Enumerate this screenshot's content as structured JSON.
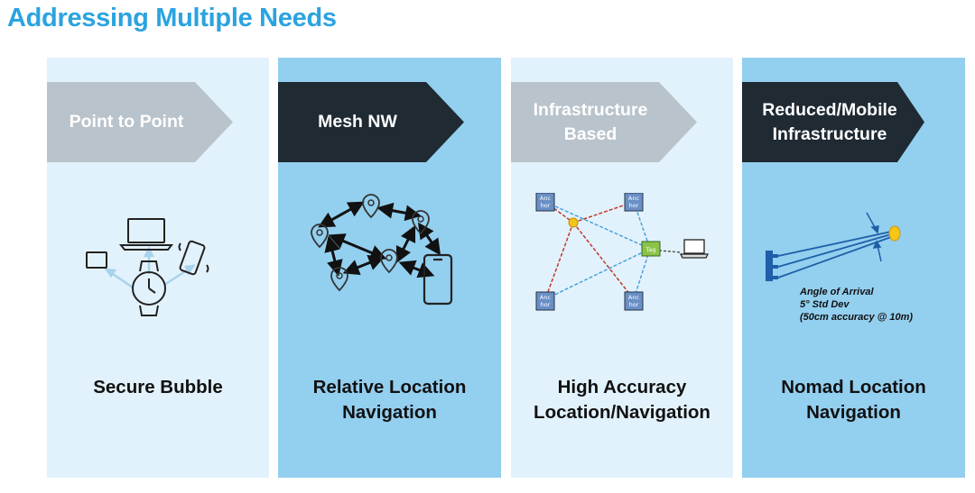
{
  "title": "Addressing Multiple Needs",
  "panels": [
    {
      "banner_lines": [
        "Point to Point"
      ],
      "label_lines": [
        "Secure Bubble"
      ]
    },
    {
      "banner_lines": [
        "Mesh NW"
      ],
      "label_lines": [
        "Relative Location",
        "Navigation"
      ]
    },
    {
      "banner_lines": [
        "Infrastructure",
        "Based"
      ],
      "label_lines": [
        "High Accuracy",
        "Location/Navigation"
      ],
      "anchor_texts": [
        "Anc",
        "hor"
      ],
      "node_text": "Tag"
    },
    {
      "banner_lines": [
        "Reduced/Mobile",
        "Infrastructure"
      ],
      "label_lines": [
        "Nomad Location",
        "Navigation"
      ],
      "aoa_lines": [
        "Angle of Arrival",
        "5° Std Dev",
        "(50cm accuracy @ 10m)"
      ]
    }
  ],
  "colors": {
    "title": "#2ba3df",
    "panel_light": "#e2f2fc",
    "panel_blue": "#93cfef",
    "banner_gray": "#b9c3cb",
    "banner_dark": "#1f2a33"
  }
}
